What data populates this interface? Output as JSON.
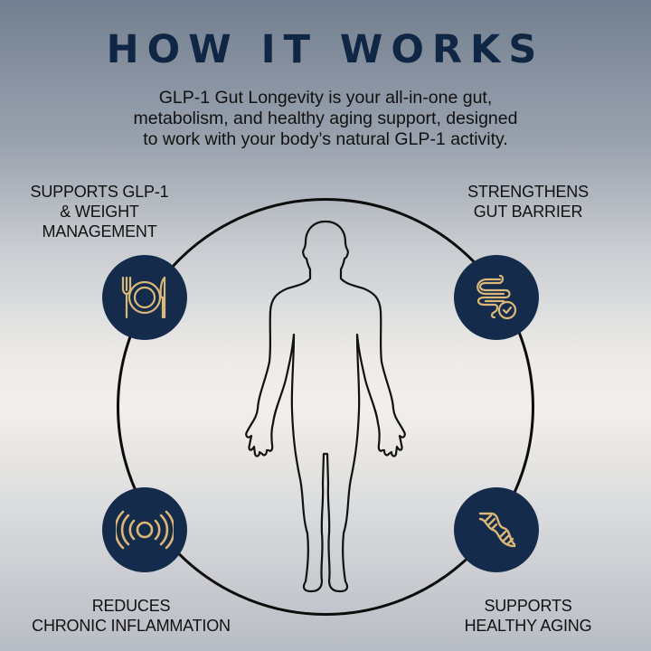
{
  "header": {
    "title": "HOW IT WORKS",
    "subtitle_lines": [
      "GLP-1 Gut Longevity is your all-in-one gut,",
      "metabolism, and healthy aging support, designed",
      "to work with your body’s natural GLP-1 activity."
    ]
  },
  "colors": {
    "title": "#0f2644",
    "badge_bg": "#142b4c",
    "icon_gold": "#dcb878",
    "ring": "#0c0c0c"
  },
  "features": [
    {
      "position": "top-left",
      "icon": "plate-fork-knife-icon",
      "lines": [
        "SUPPORTS GLP-1",
        "& WEIGHT",
        "MANAGEMENT"
      ]
    },
    {
      "position": "top-right",
      "icon": "intestine-check-icon",
      "lines": [
        "STRENGTHENS",
        "GUT BARRIER"
      ]
    },
    {
      "position": "bottom-left",
      "icon": "radiating-rings-icon",
      "lines": [
        "REDUCES",
        "CHRONIC INFLAMMATION"
      ]
    },
    {
      "position": "bottom-right",
      "icon": "dna-helix-icon",
      "lines": [
        "SUPPORTS",
        "HEALTHY AGING"
      ]
    }
  ],
  "center": {
    "icon": "human-body-outline"
  }
}
